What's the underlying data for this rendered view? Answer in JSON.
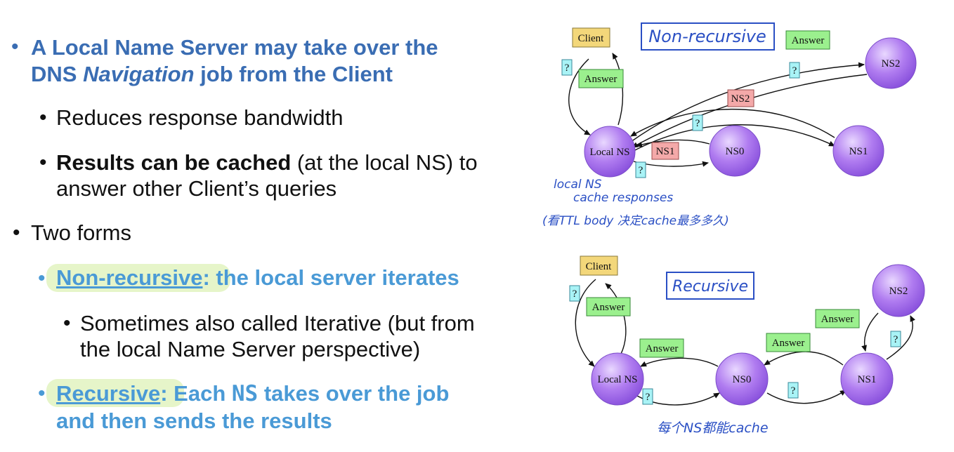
{
  "bullets": {
    "b1_line1": "A Local Name Server may take over the",
    "b1_line2_pre": "DNS ",
    "b1_line2_em": "Navigation",
    "b1_line2_post": " job from the Client",
    "b1a": "Reduces response bandwidth",
    "b1b_bold": "Results can be cached",
    "b1b_rest": " (at the local NS) to",
    "b1b_line2": "answer other Client’s queries",
    "b2": "Two forms",
    "b2a_term": "Non-recursive",
    "b2a_colon": ":",
    "b2a_rest": " the local server iterates",
    "b2a1_line1": "Sometimes also called Iterative (but from",
    "b2a1_line2": "the local Name Server perspective)",
    "b2b_term": "Recursive",
    "b2b_colon": ":",
    "b2b_pre": " Each ",
    "b2b_ns": "NS",
    "b2b_post": " takes over the job",
    "b2b_line2": "and then sends the results"
  },
  "diagram_top": {
    "title": "Non-recursive",
    "nodes": {
      "client": "Client",
      "local": "Local NS",
      "ns0": "NS0",
      "ns1": "NS1",
      "ns2": "NS2"
    },
    "labels": {
      "answer_client": "Answer",
      "answer_top": "Answer",
      "ns2": "NS2",
      "ns1": "NS1",
      "q": "?"
    },
    "note1": "local NS",
    "note2": "cache responses",
    "note3": "(看TTL body 决定cache最多多久)"
  },
  "diagram_bottom": {
    "title": "Recursive",
    "nodes": {
      "client": "Client",
      "local": "Local NS",
      "ns0": "NS0",
      "ns1": "NS1",
      "ns2": "NS2"
    },
    "labels": {
      "answer_client": "Answer",
      "answer_local": "Answer",
      "answer_ns0": "Answer",
      "answer_ns1": "Answer",
      "q": "?"
    },
    "note": "每个NS都能cache"
  },
  "colors": {
    "heading_blue": "#3a6db3",
    "light_blue": "#4a9ad6",
    "node_purple": "#b07cf0",
    "client_box": "#f3d77a",
    "answer_box": "#9bf08e",
    "ns_box": "#f4a9a9",
    "q_box": "#a9f3f6",
    "highlight": "#e6f5c9"
  }
}
